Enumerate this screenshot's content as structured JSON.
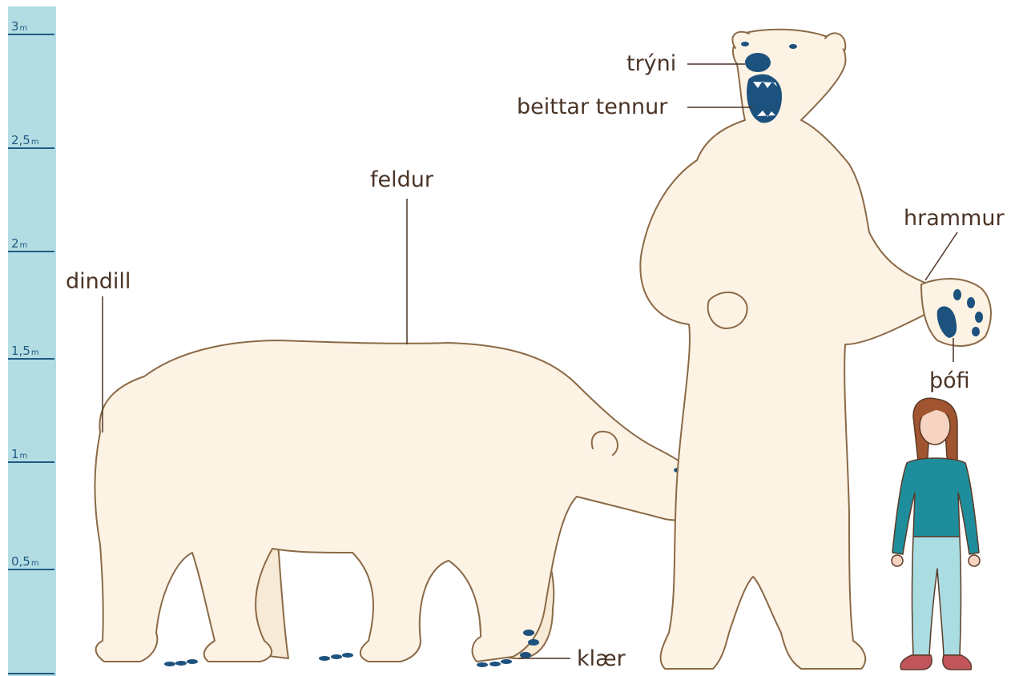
{
  "scale": {
    "ticks": [
      {
        "value": "3",
        "unit": "m"
      },
      {
        "value": "2,5",
        "unit": "m"
      },
      {
        "value": "2",
        "unit": "m"
      },
      {
        "value": "1,5",
        "unit": "m"
      },
      {
        "value": "1",
        "unit": "m"
      },
      {
        "value": "0,5",
        "unit": "m"
      }
    ]
  },
  "labels": {
    "tail": "dindill",
    "fur": "feldur",
    "claws": "klær",
    "snout": "trýni",
    "teeth": "beittar tennur",
    "paw": "hrammur",
    "pad": "þófi"
  },
  "colors": {
    "scale_bar": "#b3dde3",
    "scale_ink": "#1f5a82",
    "fur_fill": "#fdf3e5",
    "fur_outline": "#8b6a47",
    "claw": "#1d527e",
    "label_text": "#4a3426",
    "shirt": "#1f8e9c",
    "jeans": "#a9dde2",
    "hair": "#a0542f",
    "shoes": "#c2555b"
  }
}
